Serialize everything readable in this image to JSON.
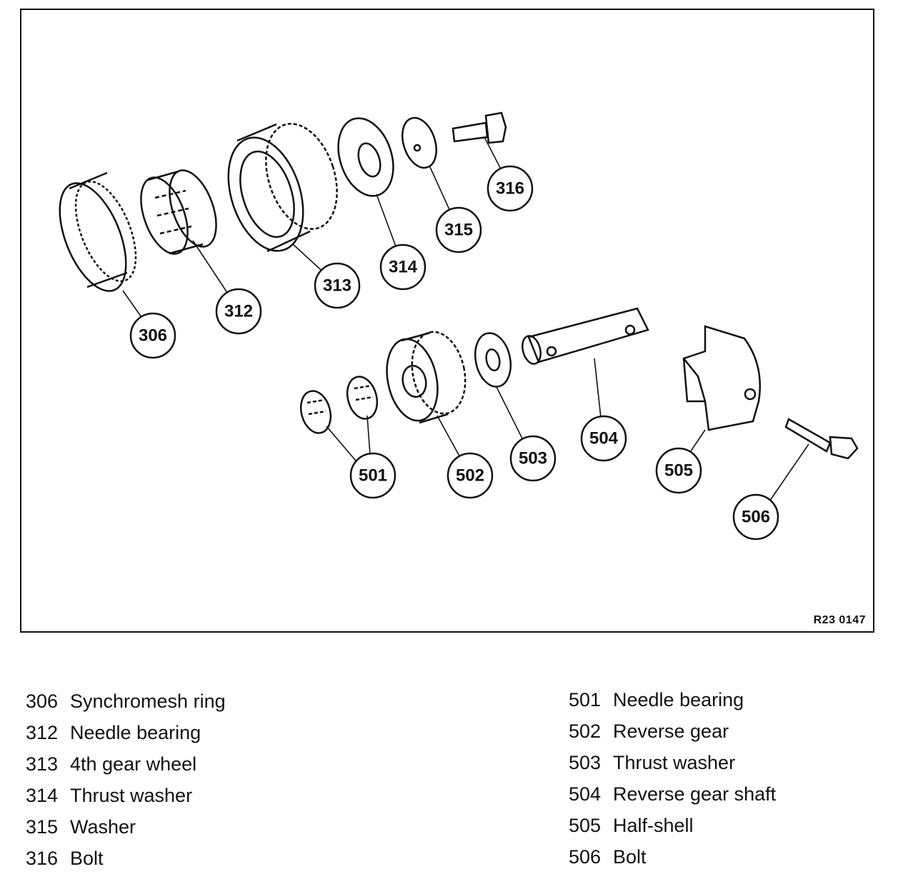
{
  "figure_ref": "R23 0147",
  "callouts": [
    "306",
    "312",
    "313",
    "314",
    "315",
    "316",
    "501",
    "502",
    "503",
    "504",
    "505",
    "506"
  ],
  "legend": {
    "left": [
      {
        "num": "306",
        "label": "Synchromesh ring"
      },
      {
        "num": "312",
        "label": "Needle bearing"
      },
      {
        "num": "313",
        "label": "4th gear wheel"
      },
      {
        "num": "314",
        "label": "Thrust washer"
      },
      {
        "num": "315",
        "label": "Washer"
      },
      {
        "num": "316",
        "label": "Bolt"
      }
    ],
    "right": [
      {
        "num": "501",
        "label": "Needle bearing"
      },
      {
        "num": "502",
        "label": "Reverse gear"
      },
      {
        "num": "503",
        "label": "Thrust washer"
      },
      {
        "num": "504",
        "label": "Reverse gear shaft"
      },
      {
        "num": "505",
        "label": "Half-shell"
      },
      {
        "num": "506",
        "label": "Bolt"
      }
    ]
  }
}
